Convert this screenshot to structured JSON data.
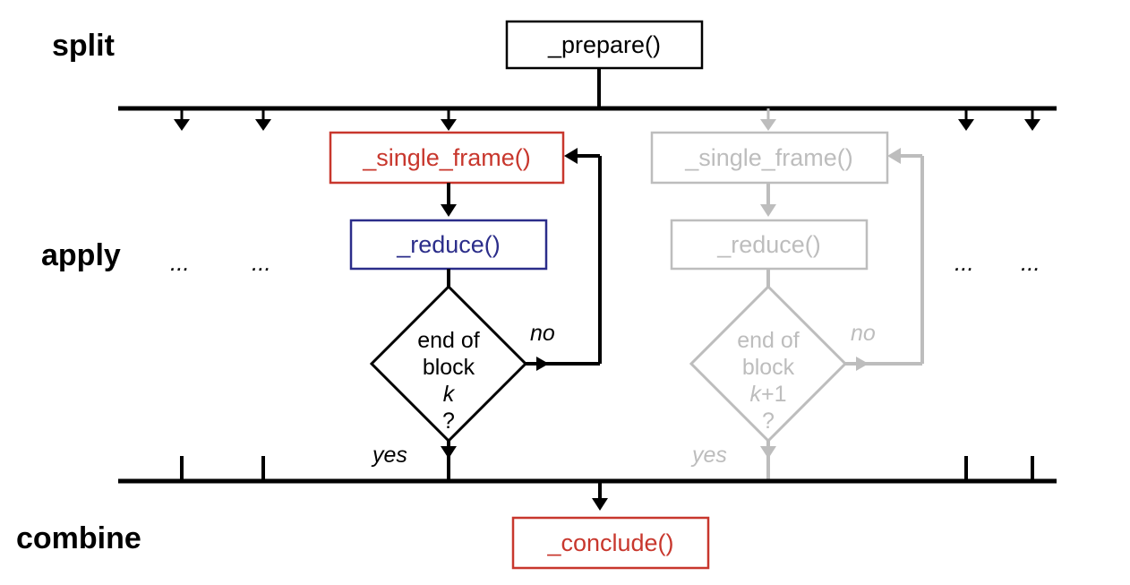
{
  "stages": {
    "split": "split",
    "apply": "apply",
    "combine": "combine"
  },
  "boxes": {
    "prepare": "_prepare()",
    "single_frame": "_single_frame()",
    "reduce": "_reduce()",
    "conclude": "_conclude()",
    "single_frame_next": "_single_frame()",
    "reduce_next": "_reduce()"
  },
  "decision_k": {
    "line1": "end of",
    "line2": "block",
    "block_var": "k",
    "suffix": "",
    "q": "?"
  },
  "decision_k1": {
    "line1": "end of",
    "line2": "block",
    "block_var": "k",
    "suffix": "+1",
    "q": "?"
  },
  "edge_labels": {
    "no": "no",
    "yes": "yes",
    "no_next": "no",
    "yes_next": "yes"
  },
  "ellipsis": "...",
  "colors": {
    "black": "#000000",
    "red": "#c8372d",
    "blue": "#2b2d8a",
    "gray": "#bdbdbd"
  }
}
